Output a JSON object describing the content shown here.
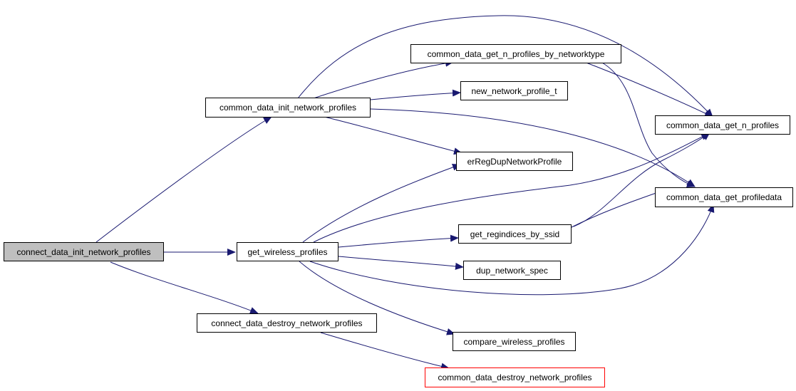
{
  "graph": {
    "colors": {
      "edge": "#191970",
      "node_border": "#000000",
      "root_fill": "#bfbfbf",
      "missing_border": "#ff0000"
    },
    "nodes": {
      "connect_init": "connect_data_init_network_profiles",
      "common_init": "common_data_init_network_profiles",
      "get_wireless": "get_wireless_profiles",
      "connect_destroy": "connect_data_destroy_network_profiles",
      "get_n_by_type": "common_data_get_n_profiles_by_networktype",
      "new_profile_t": "new_network_profile_t",
      "er_reg_dup": "erRegDupNetworkProfile",
      "get_regindices": "get_regindices_by_ssid",
      "dup_spec": "dup_network_spec",
      "compare_wireless": "compare_wireless_profiles",
      "common_destroy": "common_data_destroy_network_profiles",
      "get_n_profiles": "common_data_get_n_profiles",
      "get_profiledata": "common_data_get_profiledata"
    },
    "edges": [
      {
        "from": "connect_data_init_network_profiles",
        "to": "common_data_init_network_profiles"
      },
      {
        "from": "connect_data_init_network_profiles",
        "to": "get_wireless_profiles"
      },
      {
        "from": "connect_data_init_network_profiles",
        "to": "connect_data_destroy_network_profiles"
      },
      {
        "from": "common_data_init_network_profiles",
        "to": "common_data_get_n_profiles_by_networktype"
      },
      {
        "from": "common_data_init_network_profiles",
        "to": "new_network_profile_t"
      },
      {
        "from": "common_data_init_network_profiles",
        "to": "erRegDupNetworkProfile"
      },
      {
        "from": "common_data_init_network_profiles",
        "to": "common_data_get_n_profiles"
      },
      {
        "from": "common_data_init_network_profiles",
        "to": "common_data_get_profiledata"
      },
      {
        "from": "common_data_get_n_profiles_by_networktype",
        "to": "common_data_get_n_profiles"
      },
      {
        "from": "common_data_get_n_profiles_by_networktype",
        "to": "common_data_get_profiledata"
      },
      {
        "from": "get_wireless_profiles",
        "to": "erRegDupNetworkProfile"
      },
      {
        "from": "get_wireless_profiles",
        "to": "common_data_get_n_profiles"
      },
      {
        "from": "get_wireless_profiles",
        "to": "get_regindices_by_ssid"
      },
      {
        "from": "get_wireless_profiles",
        "to": "dup_network_spec"
      },
      {
        "from": "get_wireless_profiles",
        "to": "common_data_get_profiledata"
      },
      {
        "from": "get_wireless_profiles",
        "to": "compare_wireless_profiles"
      },
      {
        "from": "get_regindices_by_ssid",
        "to": "common_data_get_n_profiles"
      },
      {
        "from": "get_regindices_by_ssid",
        "to": "common_data_get_profiledata"
      },
      {
        "from": "connect_data_destroy_network_profiles",
        "to": "common_data_destroy_network_profiles"
      }
    ]
  }
}
